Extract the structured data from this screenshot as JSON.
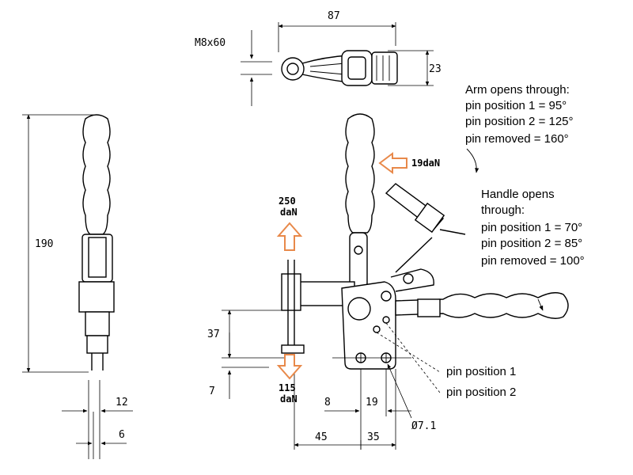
{
  "colors": {
    "line": "#000000",
    "force_arrow": "#e8894a",
    "background": "#ffffff"
  },
  "dimensions": {
    "d87": "87",
    "d23": "23",
    "m8x60": "M8x60",
    "d190": "190",
    "d12": "12",
    "d6": "6",
    "d37": "37",
    "d7": "7",
    "d8": "8",
    "d19": "19",
    "d45": "45",
    "d35": "35",
    "hole": "Ø7.1"
  },
  "forces": {
    "top_value": "250",
    "top_unit": "daN",
    "bottom_value": "115",
    "bottom_unit": "daN",
    "side": "19daN"
  },
  "notes": {
    "arm_opens": [
      "Arm opens through:",
      "pin position 1 = 95°",
      "pin position 2 = 125°",
      "pin removed  = 160°"
    ],
    "handle_opens": [
      "Handle opens",
      "through:",
      "pin position 1 = 70°",
      "pin position 2 = 85°",
      "pin removed  = 100°"
    ],
    "pin1": "pin position 1",
    "pin2": "pin position 2"
  }
}
